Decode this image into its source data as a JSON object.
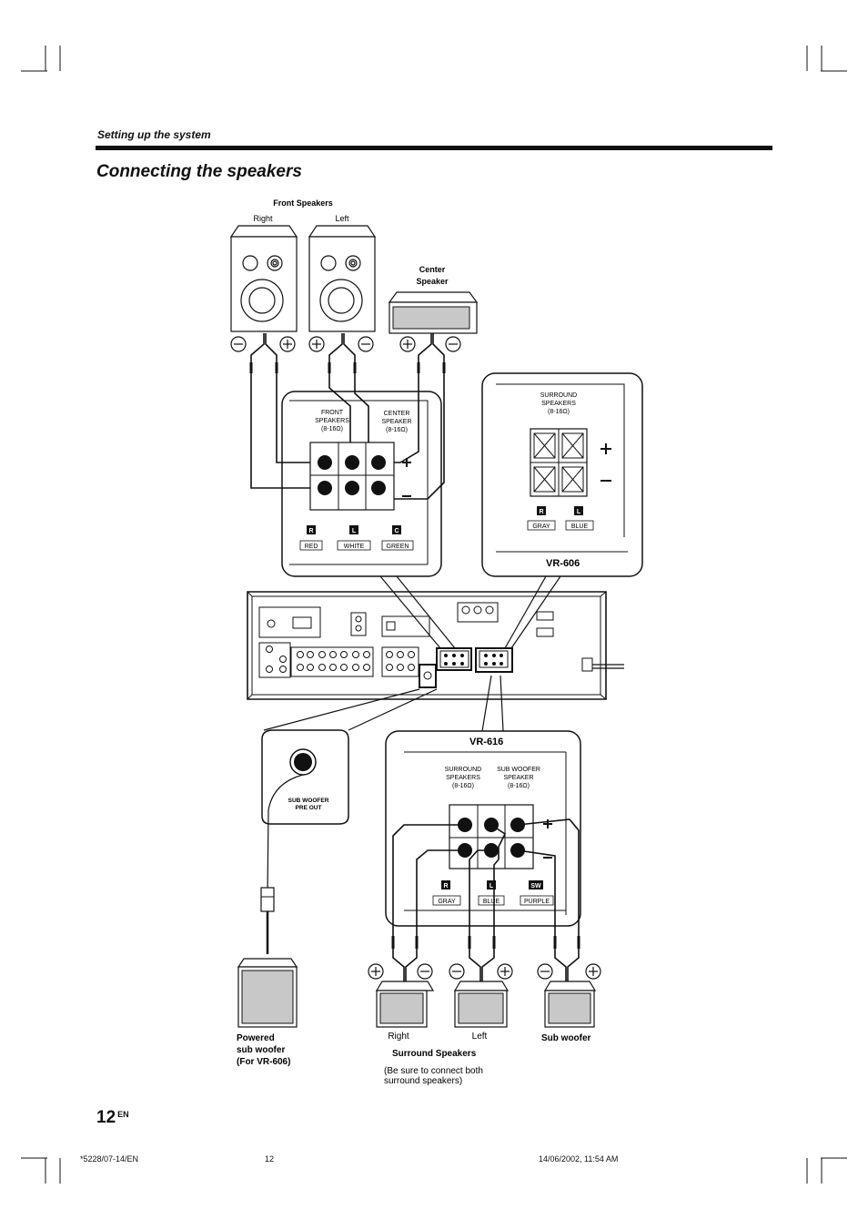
{
  "header": {
    "section": "Setting up the system",
    "title": "Connecting the speakers"
  },
  "front": {
    "heading": "Front Speakers",
    "right": "Right",
    "left": "Left"
  },
  "center": {
    "line1": "Center",
    "line2": "Speaker"
  },
  "main_panel": {
    "front_l1": "FRONT",
    "front_l2": "SPEAKERS",
    "front_l3": "(8-16Ω)",
    "center_l1": "CENTER",
    "center_l2": "SPEAKER",
    "center_l3": "(8-16Ω)",
    "r": "R",
    "l": "L",
    "c": "C",
    "red": "RED",
    "white": "WHITE",
    "green": "GREEN"
  },
  "vr606": {
    "l1": "SURROUND",
    "l2": "SPEAKERS",
    "l3": "(8-16Ω)",
    "r": "R",
    "l": "L",
    "gray": "GRAY",
    "blue": "BLUE",
    "model": "VR-606"
  },
  "vr616": {
    "model": "VR-616",
    "s1": "SURROUND",
    "s2": "SPEAKERS",
    "s3": "(8-16Ω)",
    "w1": "SUB WOOFER",
    "w2": "SPEAKER",
    "w3": "(8-16Ω)",
    "r": "R",
    "l": "L",
    "sw": "SW",
    "gray": "GRAY",
    "blue": "BLUE",
    "purple": "PURPLE"
  },
  "preout": {
    "l1": "SUB WOOFER",
    "l2": "PRE OUT"
  },
  "powered": {
    "l1": "Powered",
    "l2": "sub woofer",
    "l3": "(For VR-606)"
  },
  "surround": {
    "right": "Right",
    "left": "Left",
    "heading": "Surround Speakers",
    "note1": "(Be sure to connect both",
    "note2": "surround speakers)"
  },
  "subwoofer": {
    "label": "Sub woofer"
  },
  "footer": {
    "page": "12",
    "lang": "EN",
    "code": "*5228/07-14/EN",
    "pagenum": "12",
    "timestamp": "14/06/2002, 11:54 AM"
  }
}
